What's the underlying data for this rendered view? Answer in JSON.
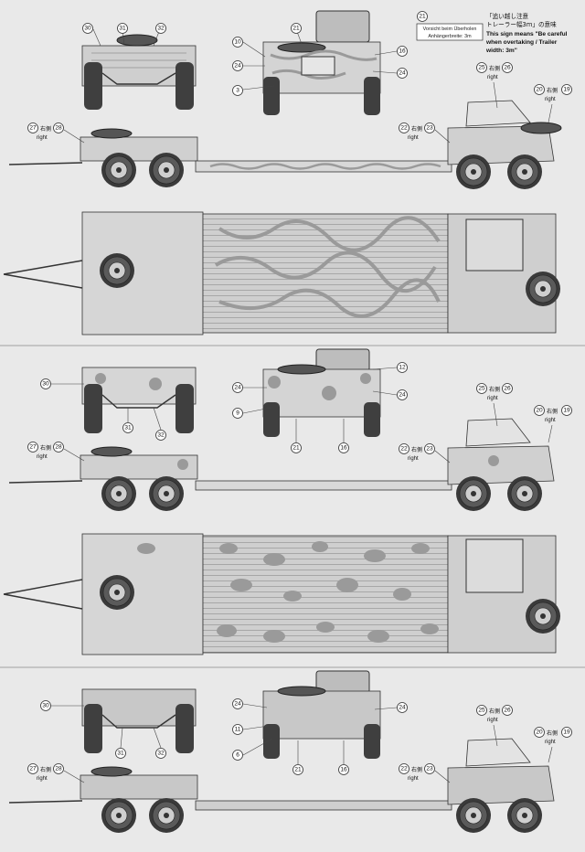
{
  "sign_callout": {
    "sign_line1": "Vorsicht beim Überholen",
    "sign_line2": "Anhängerbreite: 3m",
    "jp_line1": "「追い越し注意",
    "jp_line2": "トレーラー幅3ｍ」の意味",
    "en_line1": "This sign means \"Be careful",
    "en_line2": "when overtaking / Trailer",
    "en_line3": "width: 3m\""
  },
  "callout_numbers": {
    "n3": "3",
    "n6": "6",
    "n9": "9",
    "n10": "10",
    "n11": "11",
    "n12": "12",
    "n16": "16",
    "n19": "19",
    "n20": "20",
    "n21": "21",
    "n22": "22",
    "n23": "23",
    "n24": "24",
    "n25": "25",
    "n26": "26",
    "n27": "27",
    "n28": "28",
    "n30": "30",
    "n31": "31",
    "n32": "32"
  },
  "side_label": {
    "jp": "右側",
    "en": "right"
  },
  "colors": {
    "background": "#e9e9e9",
    "line": "#2b2b2b",
    "camo_light": "#d2d2d2",
    "camo_dark": "#9a9a9a"
  }
}
